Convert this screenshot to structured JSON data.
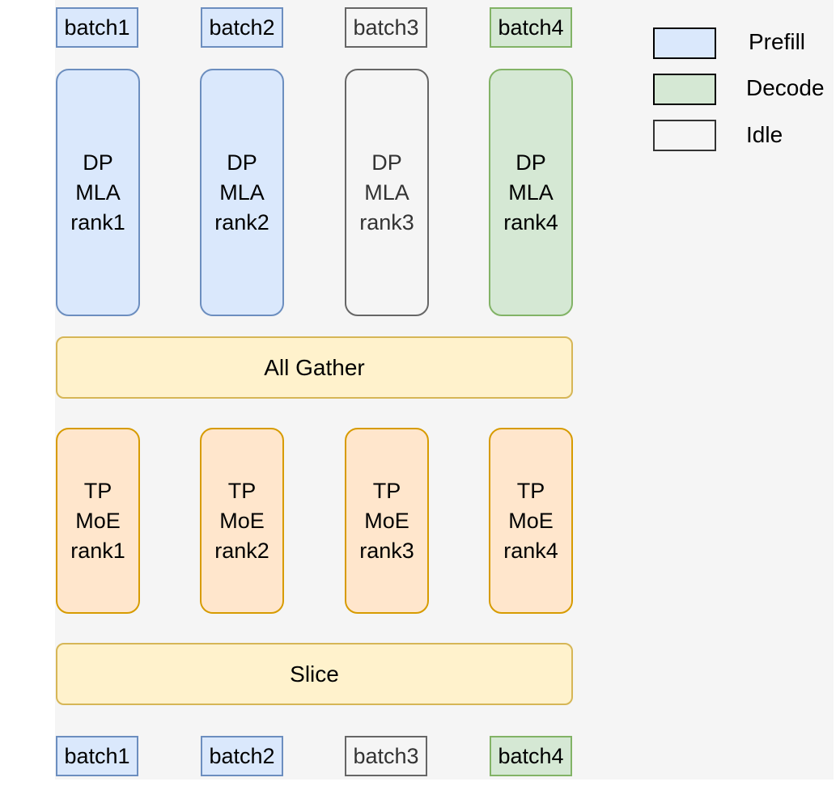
{
  "top_batches": [
    {
      "label": "batch1",
      "state": "prefill"
    },
    {
      "label": "batch2",
      "state": "prefill"
    },
    {
      "label": "batch3",
      "state": "idle"
    },
    {
      "label": "batch4",
      "state": "decode"
    }
  ],
  "mla_ranks": [
    {
      "label": "DP\nMLA\nrank1",
      "state": "prefill"
    },
    {
      "label": "DP\nMLA\nrank2",
      "state": "prefill"
    },
    {
      "label": "DP\nMLA\nrank3",
      "state": "idle"
    },
    {
      "label": "DP\nMLA\nrank4",
      "state": "decode"
    }
  ],
  "all_gather": "All Gather",
  "moe_ranks": [
    {
      "label": "TP\nMoE\nrank1"
    },
    {
      "label": "TP\nMoE\nrank2"
    },
    {
      "label": "TP\nMoE\nrank3"
    },
    {
      "label": "TP\nMoE\nrank4"
    }
  ],
  "slice": "Slice",
  "bottom_batches": [
    {
      "label": "batch1",
      "state": "prefill"
    },
    {
      "label": "batch2",
      "state": "prefill"
    },
    {
      "label": "batch3",
      "state": "idle"
    },
    {
      "label": "batch4",
      "state": "decode"
    }
  ],
  "legend": [
    {
      "label": "Prefill",
      "state": "prefill"
    },
    {
      "label": "Decode",
      "state": "decode"
    },
    {
      "label": "Idle",
      "state": "idle"
    }
  ],
  "colors": {
    "prefill_fill": "#dae8fc",
    "prefill_stroke": "#6c8ebf",
    "decode_fill": "#d5e8d4",
    "decode_stroke": "#82b366",
    "idle_fill": "#f5f5f5",
    "idle_stroke": "#666666",
    "moe_fill": "#ffe6cc",
    "moe_stroke": "#d79b00",
    "bar_fill": "#fff2cc",
    "bar_stroke": "#d6b656"
  }
}
